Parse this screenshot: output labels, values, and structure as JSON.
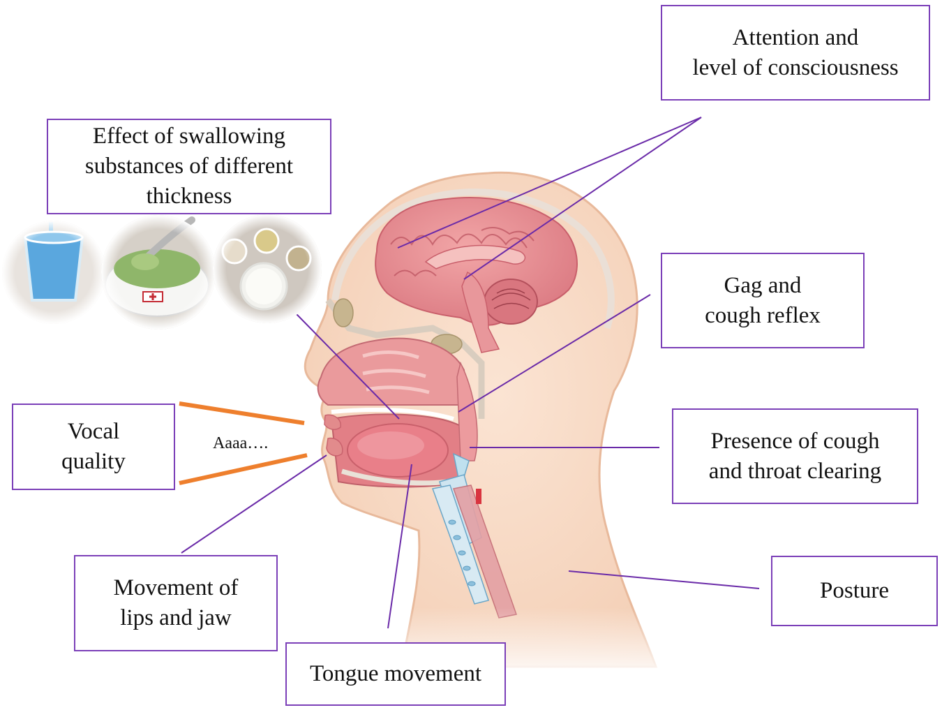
{
  "labels": {
    "attention": [
      "Attention and",
      "level of consciousness"
    ],
    "substances": [
      "Effect of swallowing",
      "substances of different",
      "thickness"
    ],
    "gag": [
      "Gag and",
      "cough reflex"
    ],
    "vocal": [
      "Vocal",
      "quality"
    ],
    "cough": [
      "Presence of cough",
      "and throat clearing"
    ],
    "lips": [
      "Movement of",
      "lips and jaw"
    ],
    "posture": [
      "Posture"
    ],
    "tongue": [
      "Tongue movement"
    ]
  },
  "vocal_sound": "Aaaa….",
  "colors": {
    "box_border": "#7b3fb8",
    "leader_line": "#6a2aa8",
    "sound_lines": "#ee7f2d",
    "skin": "#f6d9c6",
    "skin_outline": "#e8b99b",
    "brain": "#e48b92",
    "airway": "#e98e92",
    "blue_cup": "#5aa7de",
    "green_soup": "#8fb66a"
  },
  "images": [
    "blue-drink-cup",
    "green-thickened-soup-bowl",
    "porridge-meal-plate"
  ]
}
